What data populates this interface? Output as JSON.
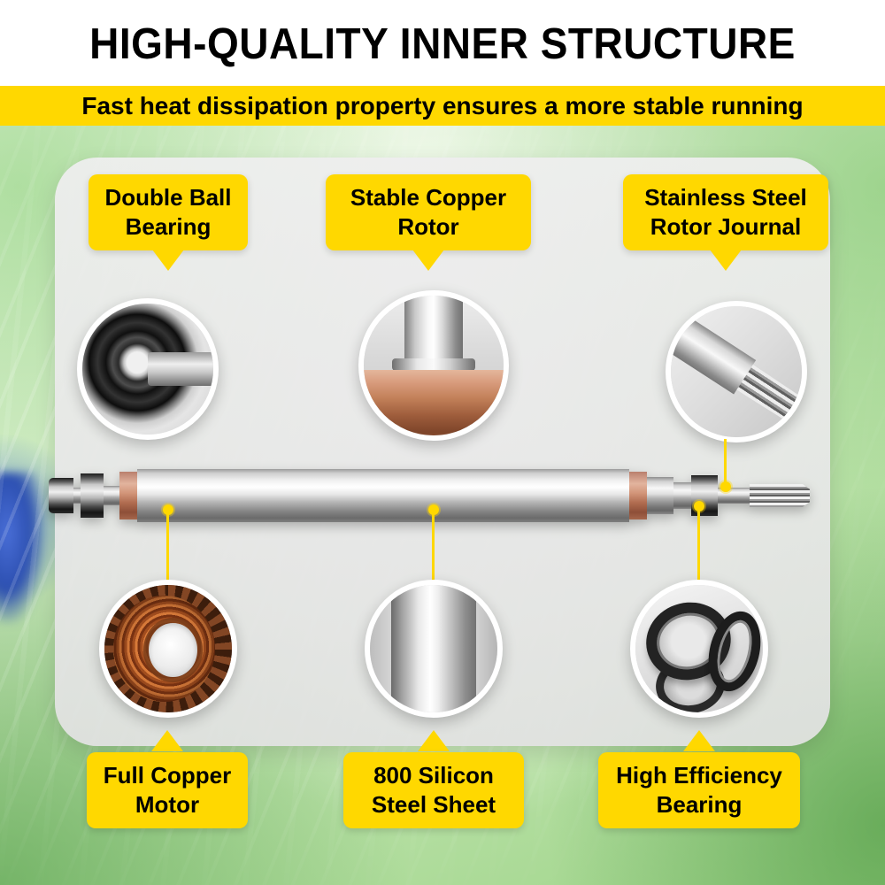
{
  "header": {
    "title": "HIGH-QUALITY INNER STRUCTURE",
    "subtitle": "Fast heat dissipation property ensures a more stable running"
  },
  "callouts": {
    "top": [
      {
        "id": "double-ball-bearing",
        "label": "Double Ball Bearing"
      },
      {
        "id": "stable-copper-rotor",
        "label": "Stable Copper Rotor"
      },
      {
        "id": "stainless-steel-rotor-journal",
        "label": "Stainless Steel Rotor Journal"
      }
    ],
    "bottom": [
      {
        "id": "full-copper-motor",
        "label": "Full Copper Motor"
      },
      {
        "id": "800-silicon-steel-sheet",
        "label": "800 Silicon Steel Sheet"
      },
      {
        "id": "high-efficiency-bearing",
        "label": "High Efficiency Bearing"
      }
    ]
  },
  "colors": {
    "accent_yellow": "#ffd800",
    "text_black": "#000000",
    "copper": "#c28059",
    "panel_gray": "#e9e9e9"
  }
}
